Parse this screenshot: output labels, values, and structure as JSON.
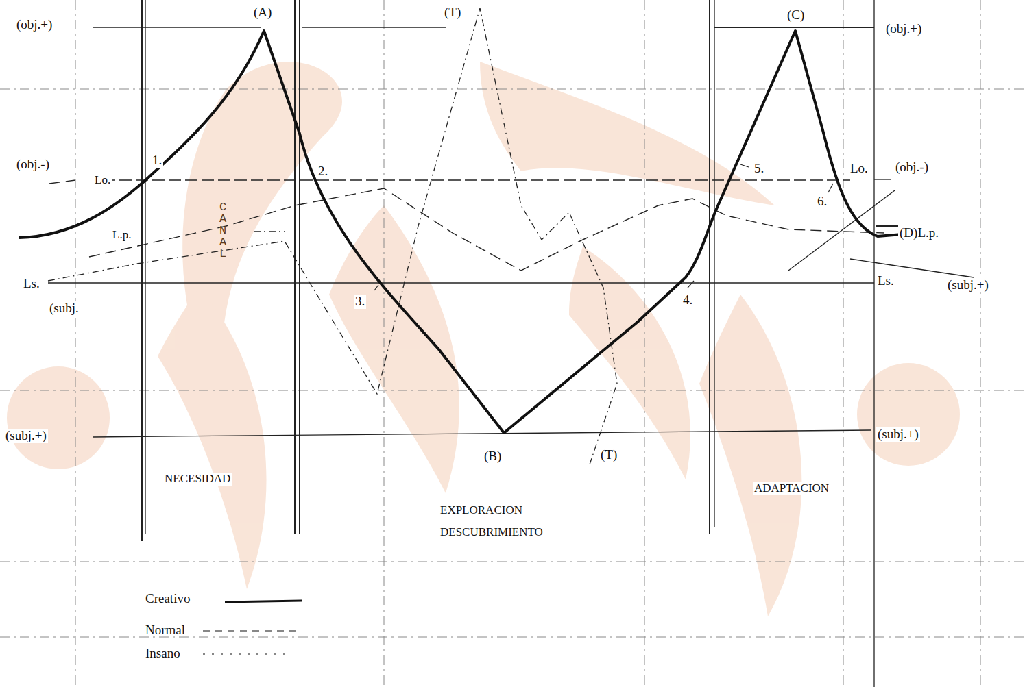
{
  "diagram": {
    "labels": [
      "(obj.+)",
      "(A)",
      "(T)",
      "(C)",
      "(obj.+)",
      "(obj.-)",
      "1.",
      "Lo.",
      "2.",
      "L.p.",
      "CANAL",
      "Ls.",
      "(subj.",
      "3.",
      "5.",
      "Lo.",
      "(obj.-)",
      "6.",
      "(D)L.p.",
      "Ls.",
      "(subj.+)",
      "4.",
      "(subj.+)",
      "(B)",
      "(T)",
      "(subj.+)",
      "NECESIDAD",
      "EXPLORACION",
      "DESCUBRIMIENTO",
      "ADAPTACION"
    ],
    "legend": [
      {
        "text": "Creativo"
      },
      {
        "text": "Normal"
      },
      {
        "text": "Insano"
      }
    ]
  }
}
